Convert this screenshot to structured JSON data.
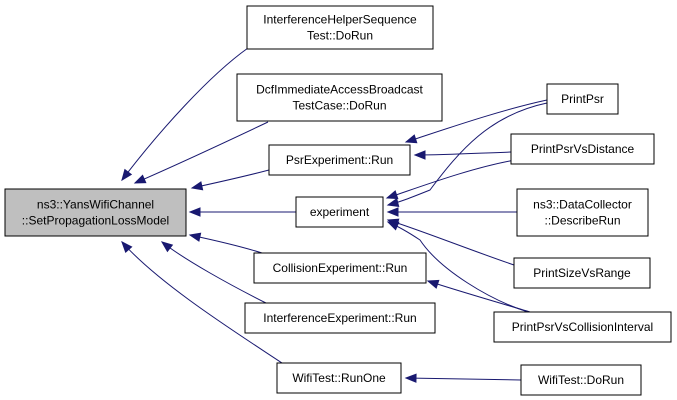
{
  "colors": {
    "edge": "#191970",
    "root_fill": "#bfbfbf",
    "node_fill": "#ffffff",
    "border": "#000000"
  },
  "nodes": {
    "root": [
      "ns3::YansWifiChannel",
      "::SetPropagationLossModel"
    ],
    "interference_helper": [
      "InterferenceHelperSequence",
      "Test::DoRun"
    ],
    "dcf_immediate": [
      "DcfImmediateAccessBroadcast",
      "TestCase::DoRun"
    ],
    "psr_experiment_run": [
      "PsrExperiment::Run"
    ],
    "experiment": [
      "experiment"
    ],
    "collision_experiment_run": [
      "CollisionExperiment::Run"
    ],
    "interference_experiment_run": [
      "InterferenceExperiment::Run"
    ],
    "wifitest_runone": [
      "WifiTest::RunOne"
    ],
    "print_psr": [
      "PrintPsr"
    ],
    "print_psr_vs_distance": [
      "PrintPsrVsDistance"
    ],
    "data_collector": [
      "ns3::DataCollector",
      "::DescribeRun"
    ],
    "print_size_vs_range": [
      "PrintSizeVsRange"
    ],
    "print_psr_vs_collision": [
      "PrintPsrVsCollisionInterval"
    ],
    "wifitest_dorun": [
      "WifiTest::DoRun"
    ]
  }
}
